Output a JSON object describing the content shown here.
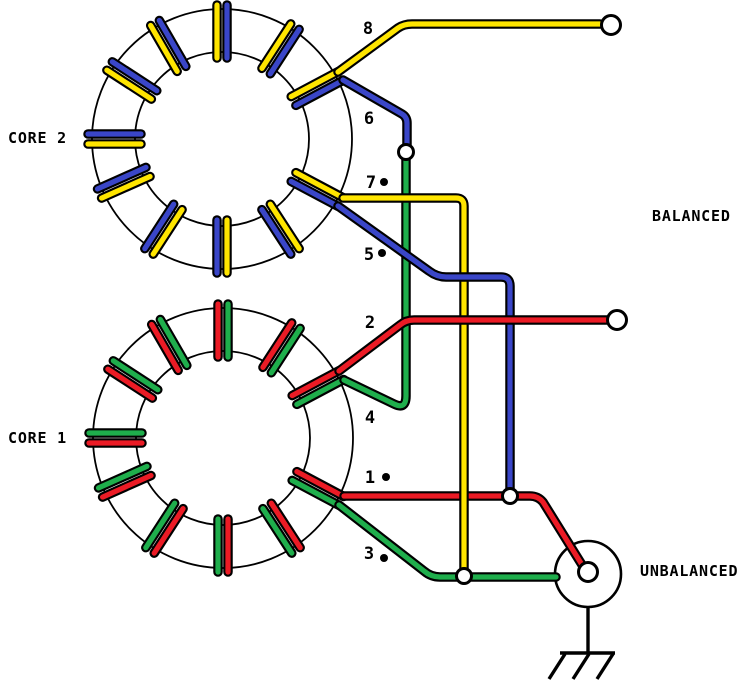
{
  "labels": {
    "core2": "CORE 2",
    "core1": "CORE 1",
    "balanced": "BALANCED",
    "unbalanced": "UNBALANCED"
  },
  "pins": [
    {
      "label": "8",
      "wire_color": "yellow",
      "phase_dot": false,
      "core": "CORE 2"
    },
    {
      "label": "6",
      "wire_color": "blue",
      "phase_dot": false,
      "core": "CORE 2"
    },
    {
      "label": "7",
      "wire_color": "yellow",
      "phase_dot": true,
      "core": "CORE 2"
    },
    {
      "label": "5",
      "wire_color": "blue",
      "phase_dot": true,
      "core": "CORE 2"
    },
    {
      "label": "2",
      "wire_color": "red",
      "phase_dot": false,
      "core": "CORE 1"
    },
    {
      "label": "4",
      "wire_color": "green",
      "phase_dot": false,
      "core": "CORE 1"
    },
    {
      "label": "1",
      "wire_color": "red",
      "phase_dot": true,
      "core": "CORE 1"
    },
    {
      "label": "3",
      "wire_color": "green",
      "phase_dot": true,
      "core": "CORE 1"
    }
  ],
  "colors": {
    "yellow": "#FFE500",
    "blue": "#3A46C8",
    "red": "#EB1B25",
    "green": "#1FAE4C",
    "line": "#000000",
    "background": "#FFFFFF"
  },
  "cores": [
    {
      "name": "CORE 2",
      "winding_colors": [
        "yellow",
        "blue"
      ],
      "winding_pairs": 11
    },
    {
      "name": "CORE 1",
      "winding_colors": [
        "red",
        "green"
      ],
      "winding_pairs": 11
    }
  ],
  "connections": {
    "balanced_terminals": [
      {
        "pin": "8",
        "wire": "yellow"
      },
      {
        "pin": "2",
        "wire": "red"
      }
    ],
    "junctions": [
      {
        "pins": [
          "6",
          "4"
        ]
      },
      {
        "pins": [
          "5",
          "1"
        ]
      },
      {
        "pins": [
          "7",
          "3"
        ]
      }
    ],
    "unbalanced_connector": {
      "center_pin_wire": "red",
      "body_wire": "green",
      "grounded": true
    }
  }
}
